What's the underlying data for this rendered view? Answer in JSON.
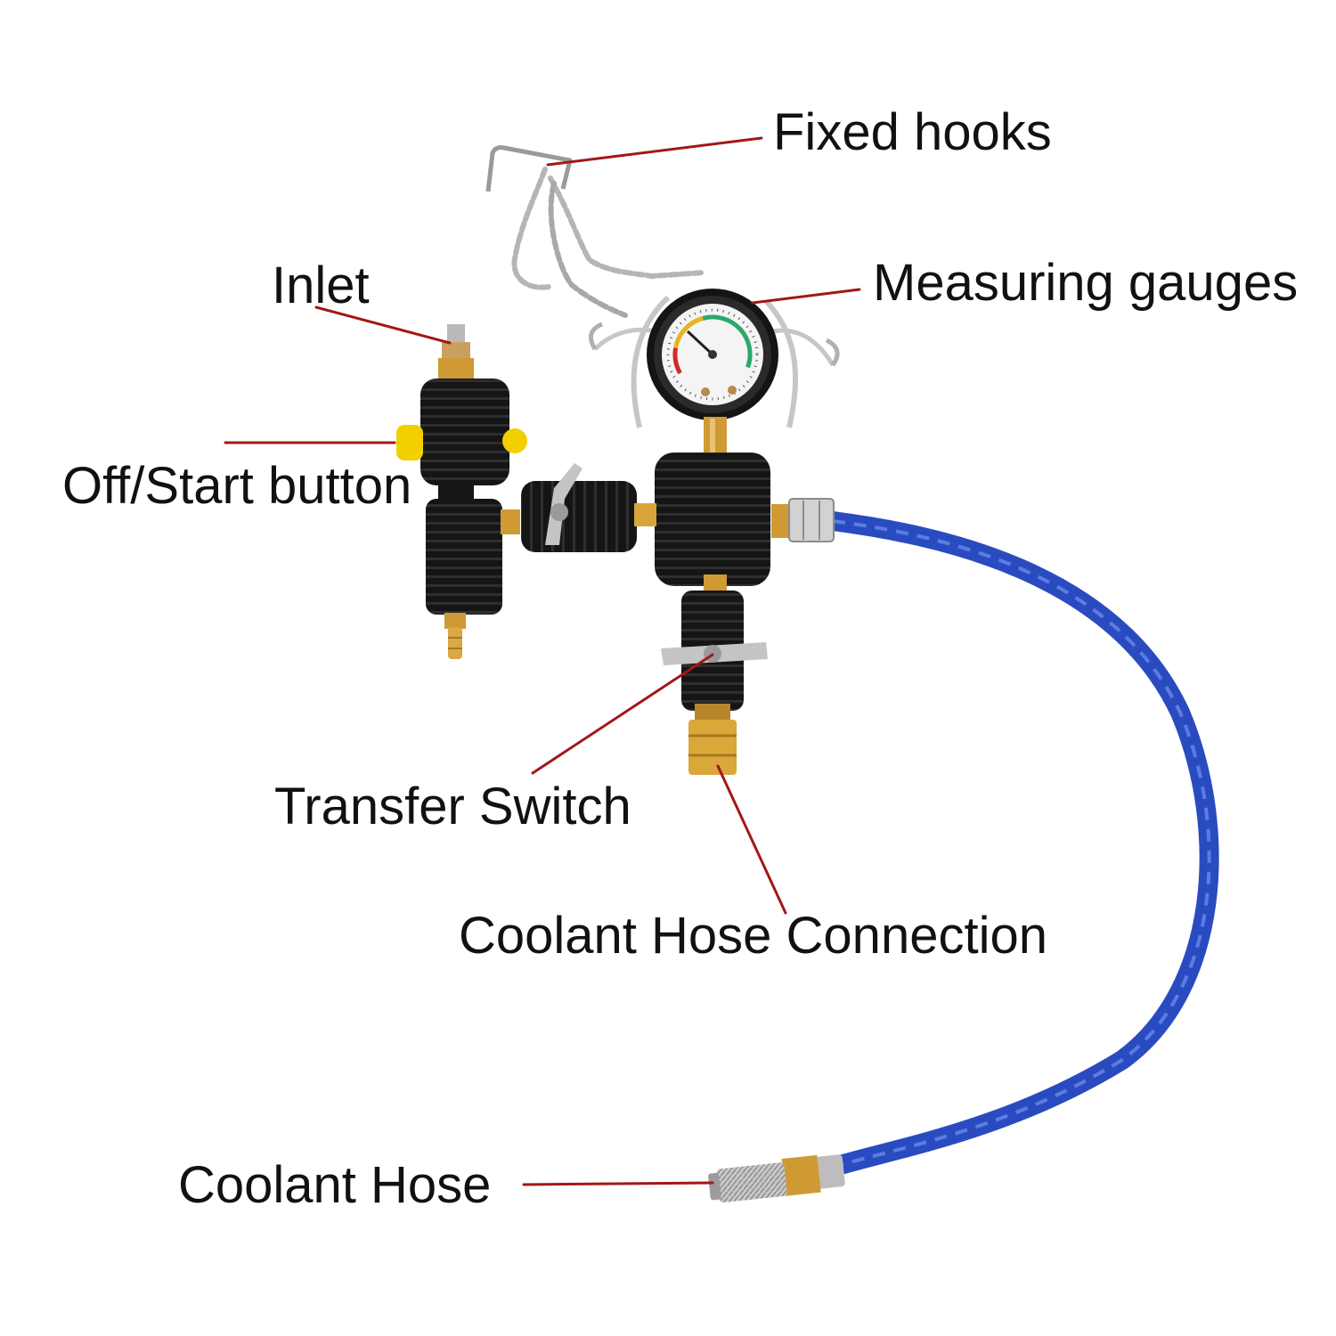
{
  "labels": {
    "fixed_hooks": "Fixed hooks",
    "inlet": "Inlet",
    "measuring_gauges": "Measuring gauges",
    "off_start_button": "Off/Start button",
    "transfer_switch": "Transfer Switch",
    "coolant_hose_connection": "Coolant Hose Connection",
    "coolant_hose": "Coolant Hose"
  },
  "colors": {
    "leader_line": "#a31717",
    "hose": "#2a4bc0",
    "hose_highlight": "#5b7de3",
    "button": "#f2d000",
    "brass": "#cf9a33",
    "body": "#151515",
    "steel": "#c4c4c4"
  }
}
